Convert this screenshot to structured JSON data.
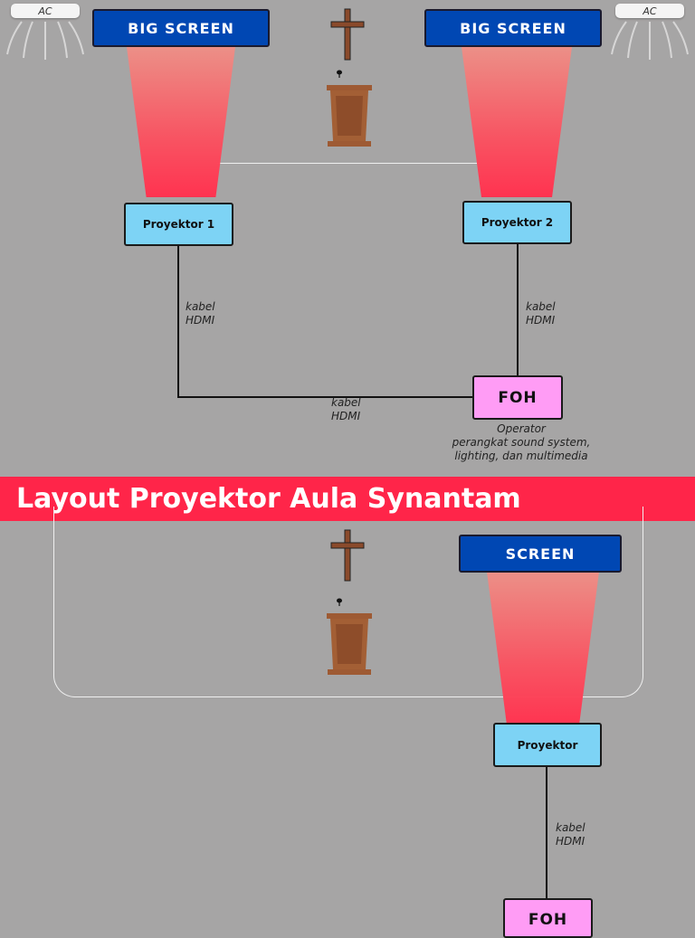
{
  "top": {
    "ac_left": "AC",
    "ac_right": "AC",
    "screen_left": "BIG SCREEN",
    "screen_right": "BIG SCREEN",
    "projector_1": "Proyektor 1",
    "projector_2": "Proyektor 2",
    "cable_left": "kabel\nHDMI",
    "cable_right": "kabel\nHDMI",
    "cable_bottom": "kabel\nHDMI",
    "foh": "FOH",
    "operator_note": "Operator\nperangkat sound system,\nlighting, dan multimedia"
  },
  "title": "Layout Proyektor Aula Synantam",
  "bottom": {
    "screen": "SCREEN",
    "projector": "Proyektor",
    "cable": "kabel\nHDMI",
    "foh": "FOH"
  },
  "colors": {
    "background": "#a6a5a5",
    "screen": "#0047b3",
    "projector": "#7dd3f5",
    "foh": "#ff9cf5",
    "banner": "#ff2549"
  }
}
